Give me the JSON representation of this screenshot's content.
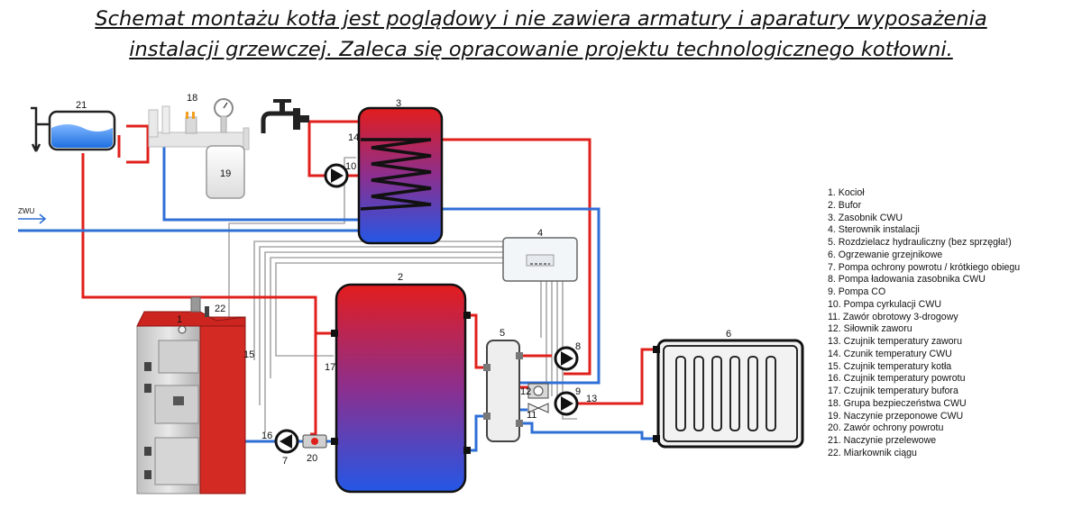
{
  "title": {
    "line1": "Schemat montażu kotła jest poglądowy i nie zawiera armatury i aparatury wyposażenia",
    "line2": "instalacji grzewczej. Zaleca się opracowanie projektu technologicznego kotłowni."
  },
  "labels": {
    "boiler": "1",
    "buffer": "2",
    "dhw_tank": "3",
    "controller": "4",
    "distributor": "5",
    "radiator": "6",
    "pump_return": "7",
    "pump_dhw_load": "8",
    "pump_co": "9",
    "pump_circulation": "10",
    "valve": "11",
    "actuator": "12",
    "sensor_valve": "13",
    "sensor_dhw": "14",
    "sensor_boiler": "15",
    "sensor_return": "16",
    "sensor_buffer": "17",
    "safety_group": "18",
    "expansion_vessel_dhw": "19",
    "return_valve": "20",
    "overflow_vessel": "21",
    "draft_regulator": "22",
    "cold_water": "ZWU"
  },
  "legend": [
    "1. Kocioł",
    "2. Bufor",
    "3. Zasobnik CWU",
    "4. Sterownik instalacji",
    "5. Rozdzielacz hydrauliczny (bez sprzęgła!)",
    "6. Ogrzewanie grzejnikowe",
    "7. Pompa ochrony powrotu / krótkiego obiegu",
    "8. Pompa ładowania zasobnika CWU",
    "9. Pompa CO",
    "10. Pompa cyrkulacji CWU",
    "11. Zawór obrotowy 3-drogowy",
    "12. Siłownik zaworu",
    "13. Czujnik temperatury zaworu",
    "14. Czunik temperatury CWU",
    "15. Czujnik temperatury kotła",
    "16. Czujnik temperatury powrotu",
    "17. Czujnik temperatury bufora",
    "18. Grupa bezpieczeństwa CWU",
    "19. Naczynie przeponowe CWU",
    "20. Zawór ochrony powrotu",
    "21. Naczynie przelewowe",
    "22. Miarkownik ciągu"
  ],
  "colors": {
    "hot": "#e0201c",
    "cold": "#2f6fd6",
    "signal": "#a8a8a8",
    "boiler": "#d42a24",
    "tank_top": "#e02020",
    "tank_bottom": "#2a5ce0"
  }
}
